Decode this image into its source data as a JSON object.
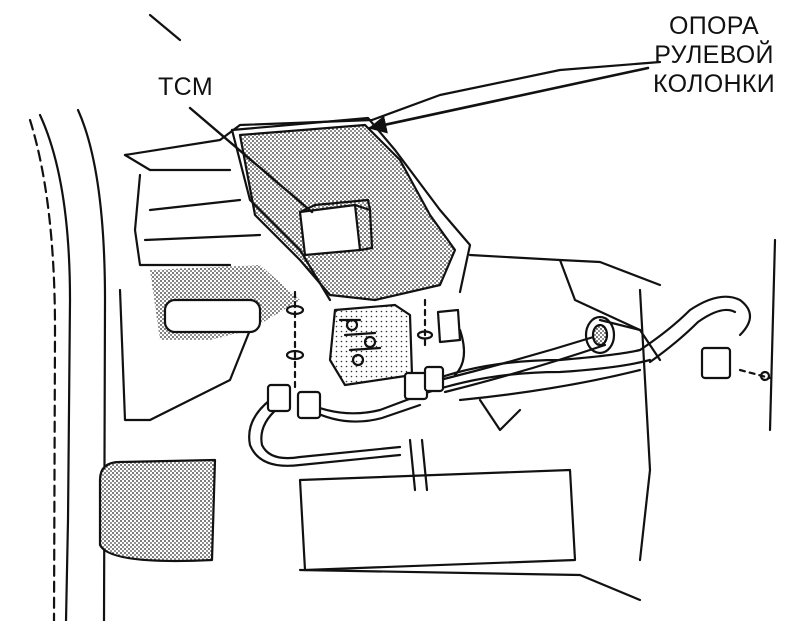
{
  "labels": {
    "tcm": "TCM",
    "steering_support": [
      "ОПОРА",
      "РУЛЕВОЙ",
      "КОЛОНКИ"
    ]
  },
  "colors": {
    "ink": "#111111",
    "paper": "#ffffff",
    "hatch": "#8a8a8a"
  }
}
